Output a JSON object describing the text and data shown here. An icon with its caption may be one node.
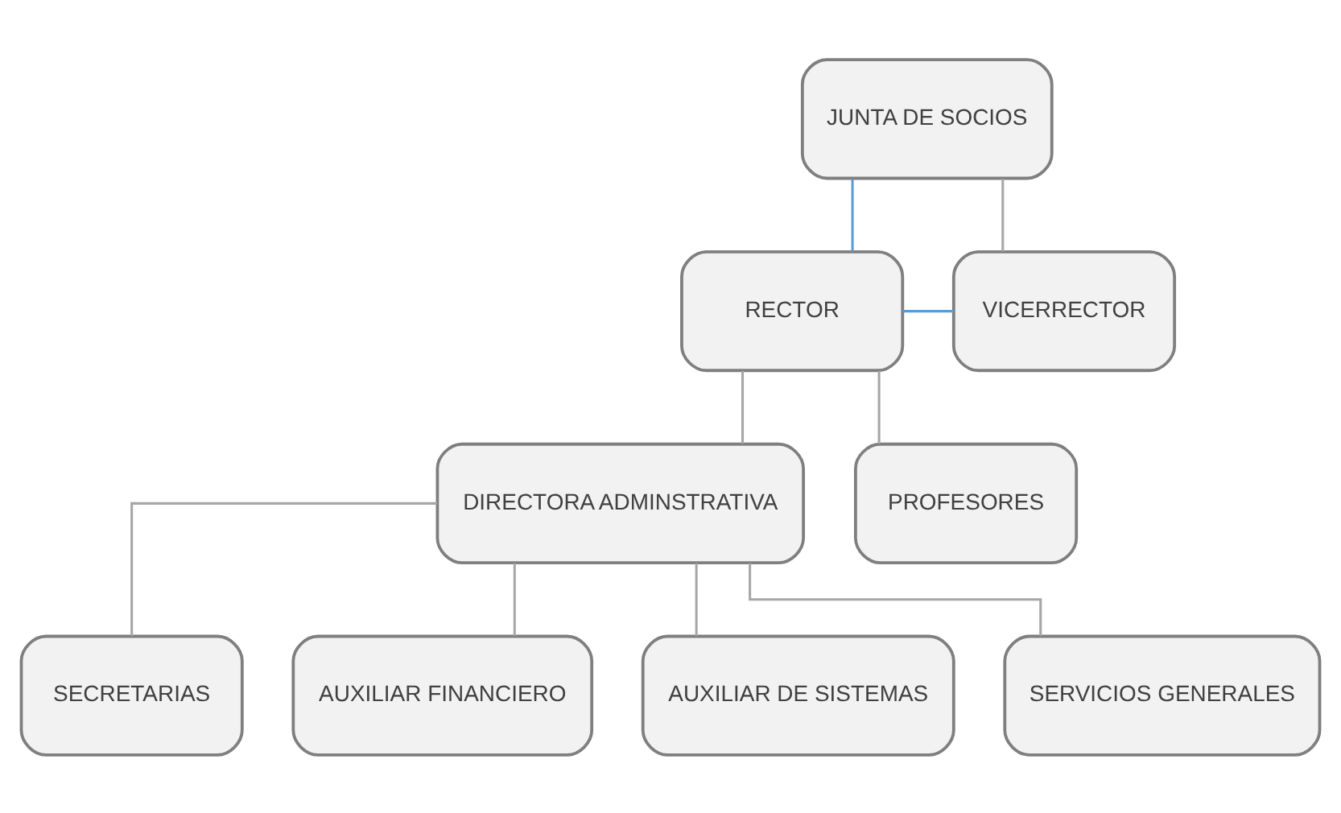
{
  "diagram": {
    "nodes": [
      {
        "text": [
          "JUNTA DE SOCIOS"
        ]
      },
      {
        "text": [
          "RECTOR"
        ]
      },
      {
        "text": [
          "VICERRECTOR"
        ]
      },
      {
        "text": [
          "DIRECTORA ADMINSTRATIVA"
        ]
      },
      {
        "text": [
          "PROFESORES"
        ]
      },
      {
        "text": [
          "SECRETARIAS"
        ]
      },
      {
        "text": [
          "AUXILIAR FINANCIERO"
        ]
      },
      {
        "text": [
          "AUXILIAR DE SISTEMAS"
        ]
      },
      {
        "text": [
          "SERVICIOS GENERALES"
        ]
      }
    ],
    "edges": [
      {
        "from": 0,
        "to": 1,
        "arrow": "none",
        "color": "#5b9bd5"
      },
      {
        "from": 0,
        "to": 2,
        "arrow": "none"
      },
      {
        "from": 1,
        "to": 2,
        "arrow": "none",
        "color": "#5b9bd5"
      },
      {
        "from": 1,
        "to": 3,
        "arrow": "none"
      },
      {
        "from": 1,
        "to": 4,
        "arrow": "none"
      },
      {
        "from": 3,
        "to": 5,
        "arrow": "none"
      },
      {
        "from": 3,
        "to": 6,
        "arrow": "none"
      },
      {
        "from": 3,
        "to": 7,
        "arrow": "none"
      },
      {
        "from": 3,
        "to": 8,
        "arrow": "none"
      }
    ]
  }
}
